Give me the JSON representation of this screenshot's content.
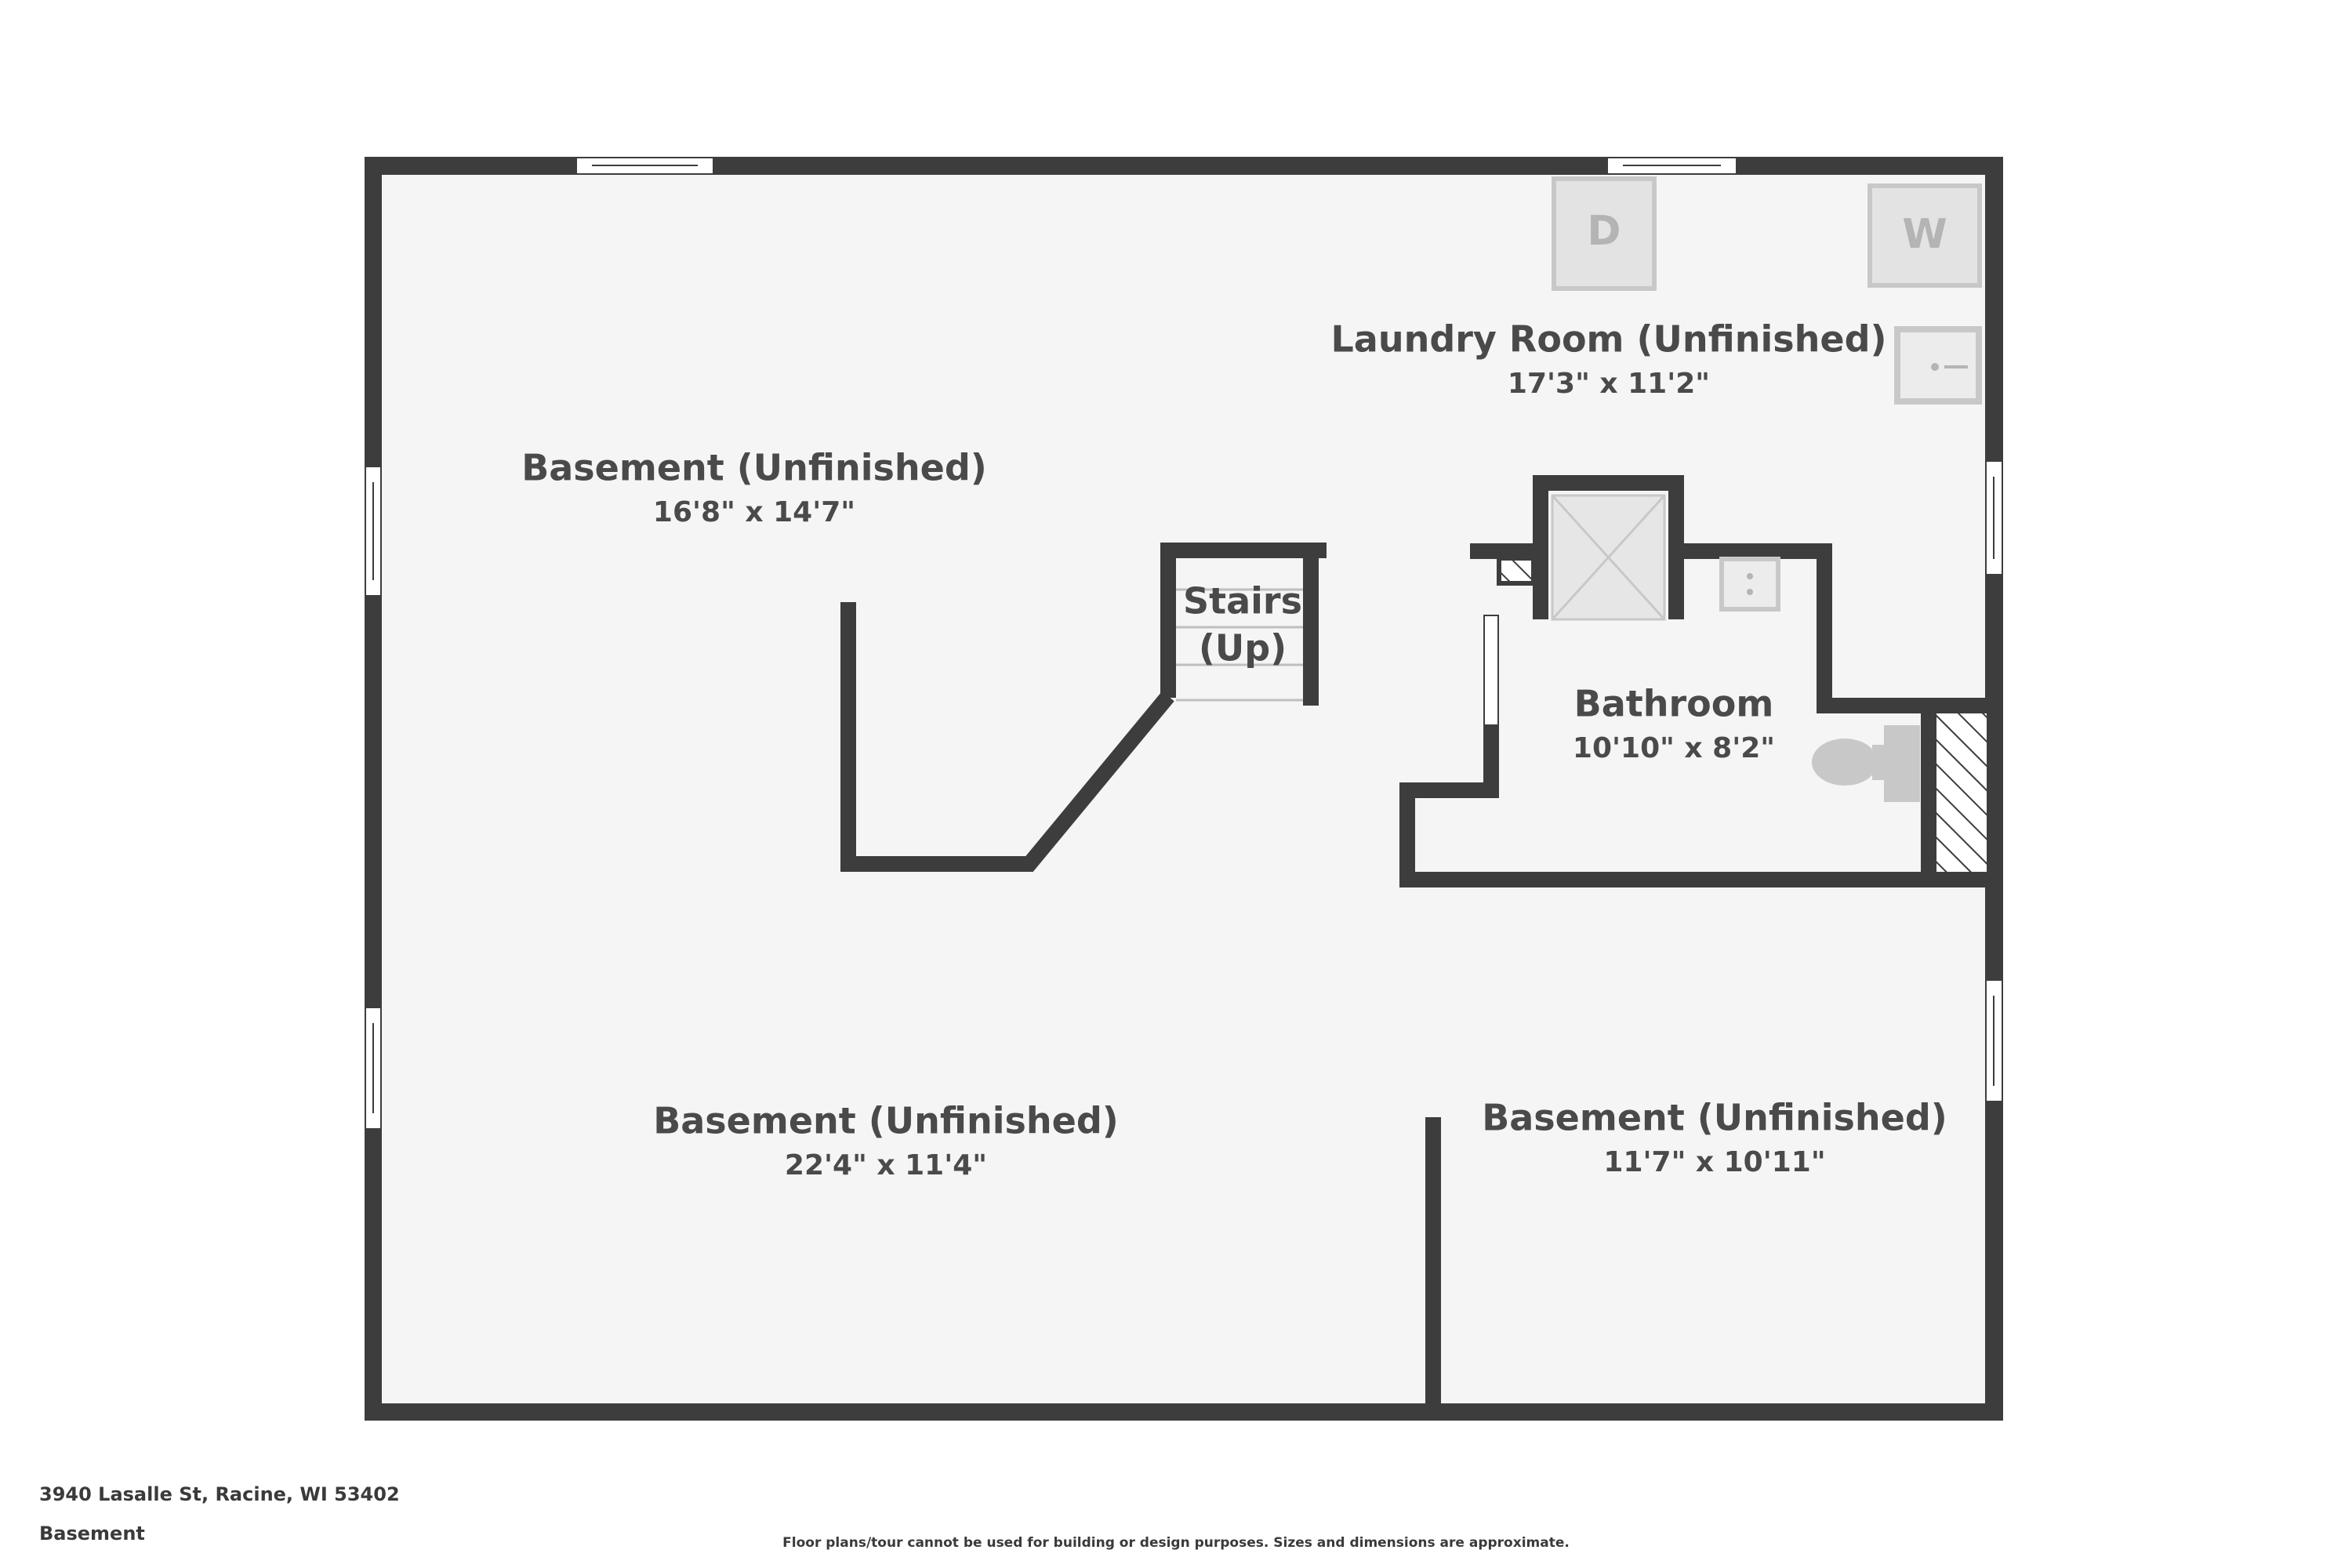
{
  "rooms": {
    "laundry": {
      "name": "Laundry Room (Unfinished)",
      "dims": "17'3\" x 11'2\""
    },
    "basement_upper": {
      "name": "Basement (Unfinished)",
      "dims": "16'8\" x 14'7\""
    },
    "stairs": {
      "line1": "Stairs",
      "line2": "(Up)"
    },
    "bathroom": {
      "name": "Bathroom",
      "dims": "10'10\" x 8'2\""
    },
    "basement_lower_left": {
      "name": "Basement (Unfinished)",
      "dims": "22'4\" x 11'4\""
    },
    "basement_lower_right": {
      "name": "Basement (Unfinished)",
      "dims": "11'7\" x 10'11\""
    }
  },
  "fixtures": {
    "dryer": "D",
    "washer": "W"
  },
  "footer": {
    "address": "3940 Lasalle St, Racine, WI 53402",
    "floor": "Basement",
    "disclaimer": "Floor plans/tour cannot be used for building or design purposes. Sizes and dimensions are approximate."
  },
  "colors": {
    "wall": "#3d3d3d",
    "floor": "#f5f5f5",
    "fixture": "#c8c8c8",
    "text": "#4a4a4a"
  }
}
